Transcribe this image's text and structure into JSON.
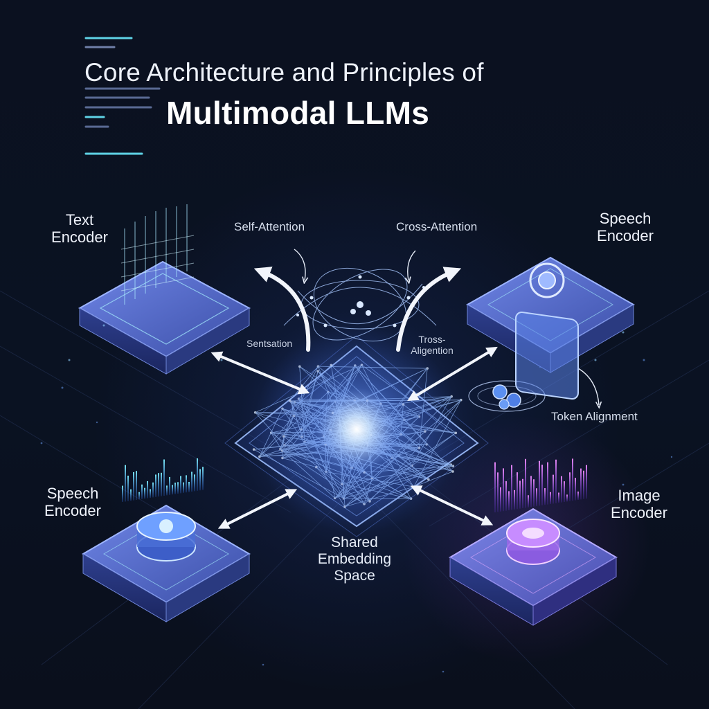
{
  "title": {
    "line1": "Core Architecture and Principles of",
    "line2": "Multimodal LLMs"
  },
  "encoders": {
    "top_left": {
      "line1": "Text",
      "line2": "Encoder"
    },
    "top_right": {
      "line1": "Speech",
      "line2": "Encoder"
    },
    "bottom_left": {
      "line1": "Speech",
      "line2": "Encoder"
    },
    "bottom_right": {
      "line1": "Image",
      "line2": "Encoder"
    }
  },
  "annotations": {
    "self_attention": "Self-Attention",
    "cross_attention": "Cross-Attention",
    "sentsation": "Sentsation",
    "tross_line1": "Tross-",
    "tross_line2": "Aligention",
    "token_alignment": "Token Alignment"
  },
  "center": {
    "line1": "Shared",
    "line2": "Embedding",
    "line3": "Space"
  },
  "colors": {
    "background": "#0a0f1c",
    "tile_blue": "#5b73d6",
    "tile_glow": "#7ec8ff",
    "image_purple": "#b45cf0",
    "accent_cyan": "#5fd3e6"
  }
}
